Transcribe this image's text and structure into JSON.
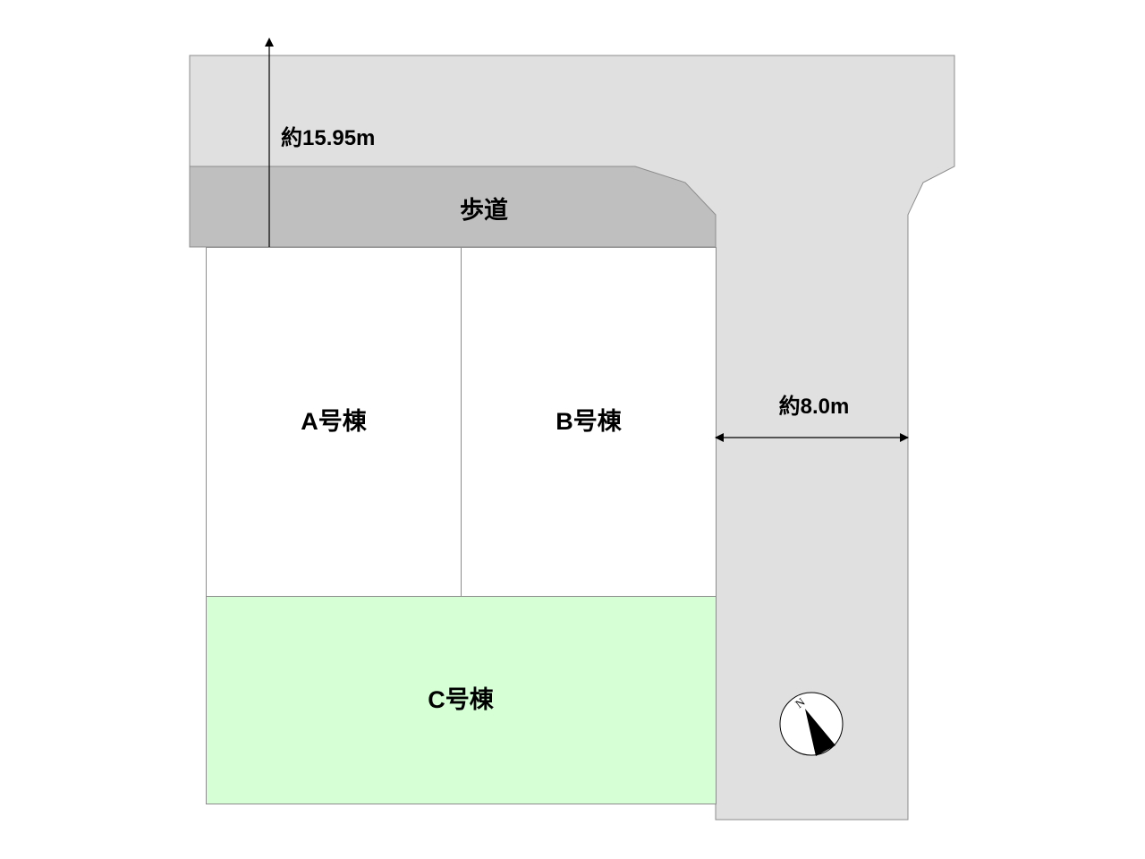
{
  "labels": {
    "top_road_width": "約15.95m",
    "sidewalk": "歩道",
    "right_road_width": "約8.0m",
    "compass_north": "N"
  },
  "lots": [
    {
      "label": "A号棟",
      "color": "#ffffff",
      "highlighted": false
    },
    {
      "label": "B号棟",
      "color": "#ffffff",
      "highlighted": false
    },
    {
      "label": "C号棟",
      "color": "#d6ffd6",
      "highlighted": true
    }
  ],
  "colors": {
    "road": "#e0e0e0",
    "sidewalk": "#bfbfbf",
    "lot_border": "#8c8c8c",
    "highlighted_lot": "#d6ffd6",
    "text": "#000000"
  },
  "icons": {
    "compass": "north-arrow-compass",
    "dimension_arrow": "double-headed-arrow"
  }
}
